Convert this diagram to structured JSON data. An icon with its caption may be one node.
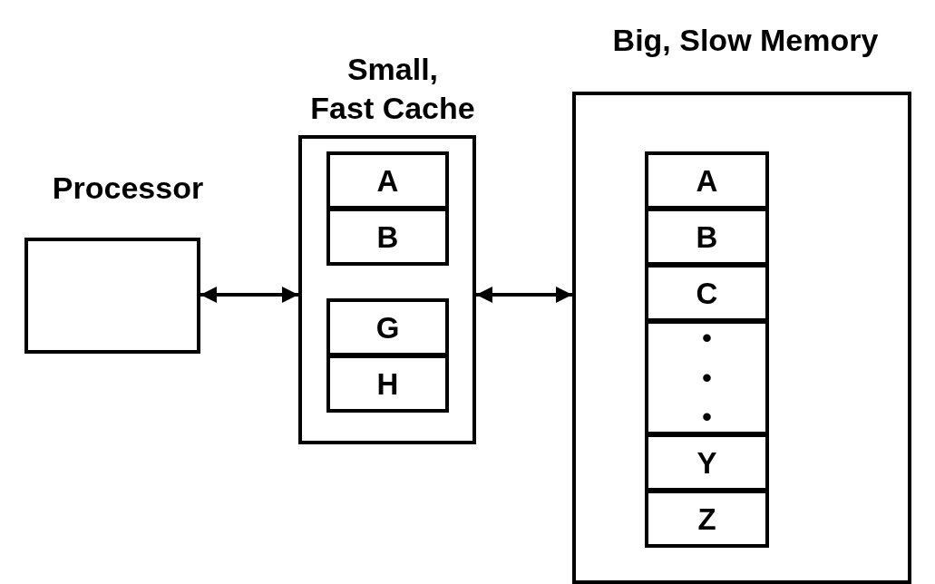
{
  "diagram": {
    "nodes": [
      {
        "text": [
          "Processor"
        ]
      },
      {
        "text": [
          "Small, Fast Cache"
        ]
      },
      {
        "text": [
          "A"
        ],
        "in": 1
      },
      {
        "text": [
          "B"
        ],
        "in": 1
      },
      {
        "text": [
          "G"
        ],
        "in": 1
      },
      {
        "text": [
          "H"
        ],
        "in": 1
      },
      {
        "text": [
          "Big, Slow Memory"
        ]
      },
      {
        "text": [
          "A"
        ],
        "in": 6
      },
      {
        "text": [
          "B"
        ],
        "in": 6
      },
      {
        "text": [
          "C"
        ],
        "in": 6
      },
      {
        "text": [
          "•",
          "•",
          "•"
        ],
        "in": 6
      },
      {
        "text": [
          "Y"
        ],
        "in": 6
      },
      {
        "text": [
          "Z"
        ],
        "in": 6
      }
    ],
    "edges": [
      {
        "from": 0,
        "to": 1,
        "arrow": "both"
      },
      {
        "from": 1,
        "to": 6,
        "arrow": "both"
      }
    ]
  }
}
